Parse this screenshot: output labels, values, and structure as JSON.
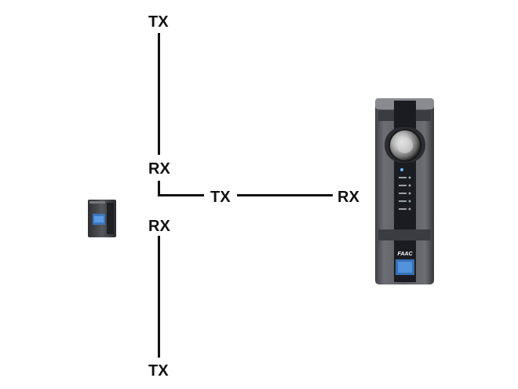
{
  "labels": {
    "top": "TX",
    "middle_upper": "RX",
    "middle_lower": "RX",
    "horizontal_left": "TX",
    "horizontal_right": "RX",
    "bottom": "TX"
  },
  "brand": {
    "logo_text": "FAAC"
  },
  "devices": {
    "small_device_icon": "receiver-device",
    "panel_device_icon": "beam-sensor-panel"
  },
  "colors": {
    "line": "#111111",
    "panel_body": "#5c5d62",
    "panel_dark": "#1b1c22",
    "accent_blue": "#3a7fd0"
  }
}
